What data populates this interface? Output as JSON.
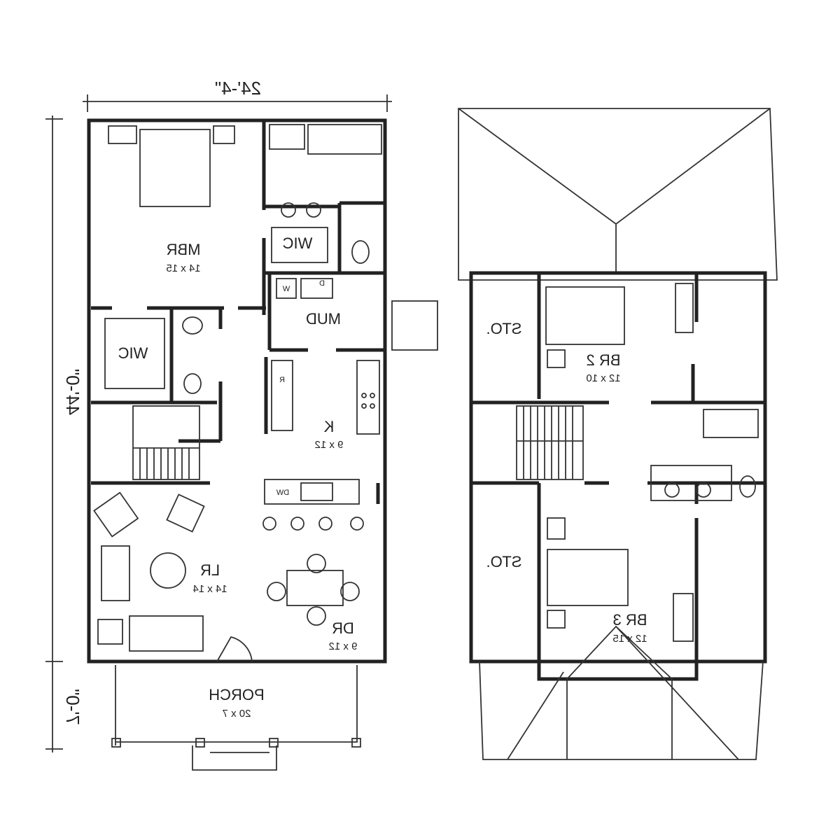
{
  "plan": {
    "mirrored": true,
    "line_color": "#222222",
    "dimensions": {
      "width": "24'-4\"",
      "depth": "44'-0\"",
      "porch_depth": "7'-0\""
    },
    "first_floor": {
      "rooms": [
        {
          "name": "MBR",
          "size": "14 x 15"
        },
        {
          "name": "WIC"
        },
        {
          "name": "WIC"
        },
        {
          "name": "MUD"
        },
        {
          "name": "K",
          "size": "9 x 12"
        },
        {
          "name": "LR",
          "size": "14 x 14"
        },
        {
          "name": "DR",
          "size": "9 x 12"
        },
        {
          "name": "PORCH",
          "size": "20 x 7"
        }
      ],
      "fixtures": {
        "refrigerator": "R",
        "dishwasher": "DW",
        "dryer": "D",
        "washer": "W"
      }
    },
    "second_floor": {
      "rooms": [
        {
          "name": "STO."
        },
        {
          "name": "BR 2",
          "size": "12 x 10"
        },
        {
          "name": "STO."
        },
        {
          "name": "BR 3",
          "size": "12 x 15"
        }
      ]
    }
  }
}
